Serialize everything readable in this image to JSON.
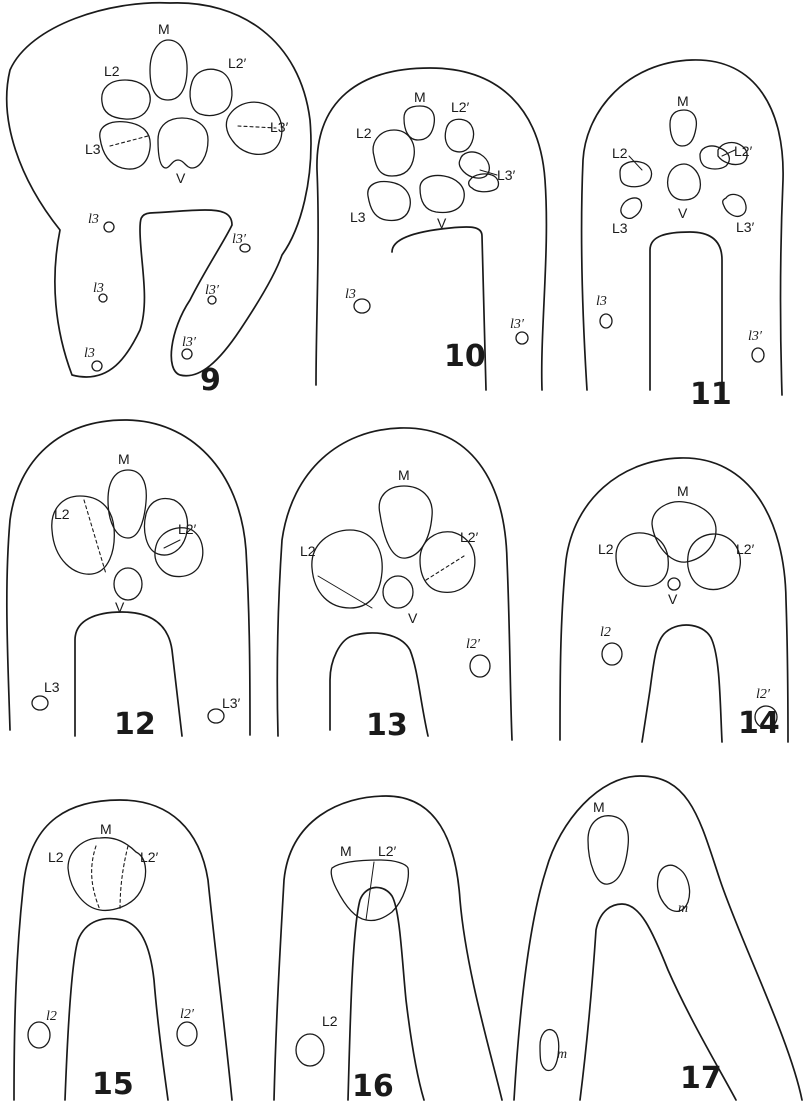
{
  "figures": [
    {
      "number": "9",
      "labels": [
        "M",
        "L2",
        "L2′",
        "L3",
        "L3′",
        "V",
        "l3",
        "l3′",
        "l3",
        "l3′",
        "l3",
        "l3′"
      ]
    },
    {
      "number": "10",
      "labels": [
        "M",
        "L2",
        "L2′",
        "L3′",
        "L3",
        "V",
        "l3",
        "l3′"
      ]
    },
    {
      "number": "11",
      "labels": [
        "M",
        "L2",
        "L2′",
        "V",
        "L3",
        "L3′",
        "l3",
        "l3′"
      ]
    },
    {
      "number": "12",
      "labels": [
        "M",
        "L2",
        "L2′",
        "V",
        "L3",
        "L3′"
      ]
    },
    {
      "number": "13",
      "labels": [
        "M",
        "L2",
        "L2′",
        "V",
        "l2′"
      ]
    },
    {
      "number": "14",
      "labels": [
        "M",
        "L2",
        "L2′",
        "V",
        "l2",
        "l2′"
      ]
    },
    {
      "number": "15",
      "labels": [
        "M",
        "L2",
        "L2′",
        "l2",
        "l2′"
      ]
    },
    {
      "number": "16",
      "labels": [
        "M",
        "L2′",
        "L2"
      ]
    },
    {
      "number": "17",
      "labels": [
        "M",
        "m",
        "m"
      ]
    }
  ]
}
